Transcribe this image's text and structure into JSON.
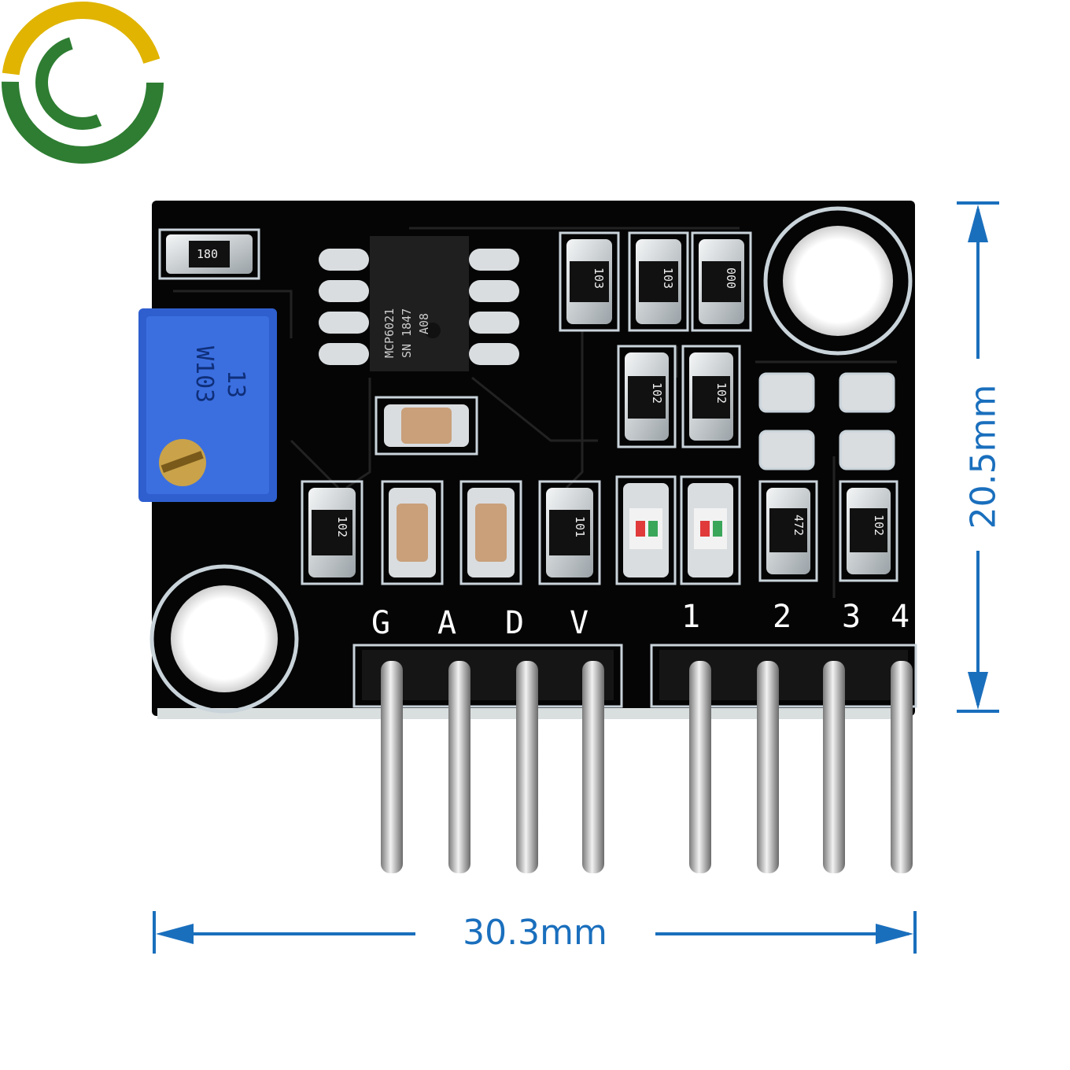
{
  "dimensions": {
    "width": "30.3mm",
    "height": "20.5mm"
  },
  "pins": {
    "left_header": [
      "G",
      "A",
      "D",
      "V"
    ],
    "right_header": [
      "1",
      "2",
      "3",
      "4"
    ]
  },
  "components": {
    "potentiometer": [
      "13",
      "W103"
    ],
    "chip": [
      "MCP6021",
      "SN 1847",
      "A08"
    ],
    "resistor_top_left": "180",
    "resistors_top_right": [
      "103",
      "103",
      "000"
    ],
    "resistors_mid": [
      "102",
      "102"
    ],
    "resistors_bottom": [
      "102",
      "101",
      "472",
      "102"
    ]
  },
  "colors": {
    "pcb": "#000000",
    "silkscreen": "#c9d3da",
    "pad": "#d9dde0",
    "potentiometer": "#2f5fcf",
    "dimension": "#1a6fbd",
    "logo_green": "#2e7d32",
    "logo_yellow": "#e0b400"
  }
}
